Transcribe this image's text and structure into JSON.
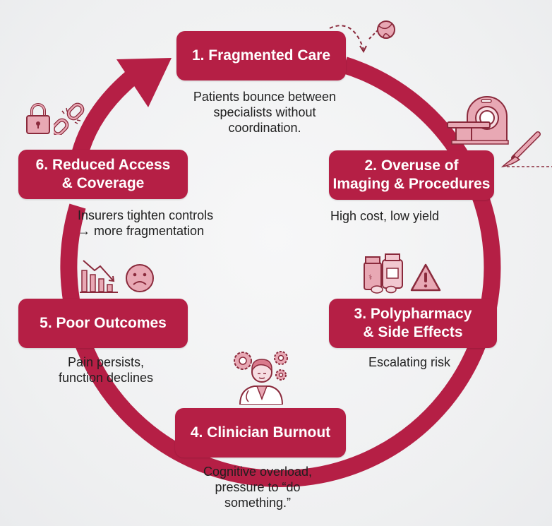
{
  "colors": {
    "accent": "#b51f45",
    "icon_fill": "#e8a8b4",
    "icon_stroke": "#8a2a3c",
    "text": "#1f1f1f",
    "background": "#f3f4f5"
  },
  "steps": [
    {
      "title": "1. Fragmented Care",
      "description_lines": [
        "Patients bounce between",
        "specialists without",
        "coordination."
      ],
      "icons": [
        "bouncing-ball-icon"
      ]
    },
    {
      "title_lines": [
        "2. Overuse of",
        "Imaging & Procedures"
      ],
      "description_lines": [
        "High cost, low yield"
      ],
      "icons": [
        "mri-scanner-icon",
        "scalpel-icon"
      ]
    },
    {
      "title_lines": [
        "3. Polypharmacy",
        "& Side Effects"
      ],
      "description_lines": [
        "Escalating risk"
      ],
      "icons": [
        "pill-bottles-icon",
        "warning-icon"
      ]
    },
    {
      "title": "4. Clinician Burnout",
      "description_lines": [
        "Cognitive overload,",
        "pressure to “do",
        "something.”"
      ],
      "icons": [
        "stressed-doctor-icon"
      ]
    },
    {
      "title": "5. Poor Outcomes",
      "description_lines": [
        "Pain persists,",
        "function declines"
      ],
      "icons": [
        "declining-chart-icon",
        "sad-face-icon"
      ]
    },
    {
      "title_lines": [
        "6. Reduced Access",
        "& Coverage"
      ],
      "description_lines": [
        "Insurers tighten controls",
        "→ more fragmentation"
      ],
      "icons": [
        "lock-icon",
        "broken-chain-icon"
      ]
    }
  ]
}
